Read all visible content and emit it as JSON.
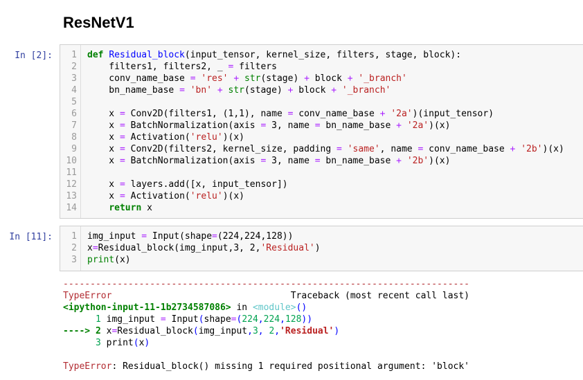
{
  "notebook": {
    "heading": "ResNetV1",
    "cells": [
      {
        "prompt": "In [2]:",
        "lines": [
          {
            "n": "1",
            "html": "<span class='k'>def</span> <span class='f'>Residual_block</span>(input_tensor, kernel_size, filters, stage, block):"
          },
          {
            "n": "2",
            "html": "    filters1, filters2, _ <span class='o'>=</span> filters"
          },
          {
            "n": "3",
            "html": "    conv_name_base <span class='o'>=</span> <span class='s'>'res'</span> <span class='o'>+</span> <span class='n'>str</span>(stage) <span class='o'>+</span> block <span class='o'>+</span> <span class='s'>'_branch'</span>"
          },
          {
            "n": "4",
            "html": "    bn_name_base <span class='o'>=</span> <span class='s'>'bn'</span> <span class='o'>+</span> <span class='n'>str</span>(stage) <span class='o'>+</span> block <span class='o'>+</span> <span class='s'>'_branch'</span>"
          },
          {
            "n": "5",
            "html": ""
          },
          {
            "n": "6",
            "html": "    x <span class='o'>=</span> Conv2D(filters1, (1,1), name <span class='o'>=</span> conv_name_base <span class='o'>+</span> <span class='s'>'2a'</span>)(input_tensor)"
          },
          {
            "n": "7",
            "html": "    x <span class='o'>=</span> BatchNormalization(axis <span class='o'>=</span> 3, name <span class='o'>=</span> bn_name_base <span class='o'>+</span> <span class='s'>'2a'</span>)(x)"
          },
          {
            "n": "8",
            "html": "    x <span class='o'>=</span> Activation(<span class='s'>'relu'</span>)(x)"
          },
          {
            "n": "9",
            "html": "    x <span class='o'>=</span> Conv2D(filters2, kernel_size, padding <span class='o'>=</span> <span class='s'>'same'</span>, name <span class='o'>=</span> conv_name_base <span class='o'>+</span> <span class='s'>'2b'</span>)(x)"
          },
          {
            "n": "10",
            "html": "    x <span class='o'>=</span> BatchNormalization(axis <span class='o'>=</span> 3, name <span class='o'>=</span> bn_name_base <span class='o'>+</span> <span class='s'>'2b'</span>)(x)"
          },
          {
            "n": "11",
            "html": ""
          },
          {
            "n": "12",
            "html": "    x <span class='o'>=</span> layers.add([x, input_tensor])"
          },
          {
            "n": "13",
            "html": "    x <span class='o'>=</span> Activation(<span class='s'>'relu'</span>)(x)"
          },
          {
            "n": "14",
            "html": "    <span class='k'>return</span> x"
          }
        ]
      },
      {
        "prompt": "In [11]:",
        "lines": [
          {
            "n": "1",
            "html": "img_input <span class='o'>=</span> Input(shape<span class='o'>=</span>(224,224,128))"
          },
          {
            "n": "2",
            "html": "x<span class='o'>=</span>Residual_block(img_input,3, 2,<span class='s'>'Residual'</span>)"
          },
          {
            "n": "3",
            "html": "<span class='n'>print</span>(x)"
          }
        ]
      }
    ],
    "output": [
      "<span class='red'>---------------------------------------------------------------------------</span>",
      "<span class='red'>TypeError</span>                                 Traceback (most recent call last)",
      "<span class='grnb'>&lt;ipython-input-11-1b2734587086&gt;</span> in <span class='cyan'>&lt;module&gt;</span><span class='f'>()</span>",
      "<span class='grn'>      1</span> img_input <span class='o'>=</span> Input<span class='f'>(</span>shape<span class='o'>=</span><span class='f'>(</span><span class='grn'>224</span><span class='f'>,</span><span class='grn'>224</span><span class='f'>,</span><span class='grn'>128</span><span class='f'>))</span>",
      "<span class='grnb'>----&gt; 2</span> x<span class='o'>=</span>Residual_block<span class='f'>(</span>img_input<span class='f'>,</span><span class='grn'>3</span><span class='f'>,</span> <span class='grn'>2</span><span class='f'>,</span><span class='strb'>'Residual'</span><span class='f'>)</span>",
      "<span class='grn'>      3</span> print<span class='f'>(</span>x<span class='f'>)</span>",
      "",
      "<span class='red'>TypeError</span>: Residual_block() missing 1 required positional argument: 'block'"
    ]
  }
}
